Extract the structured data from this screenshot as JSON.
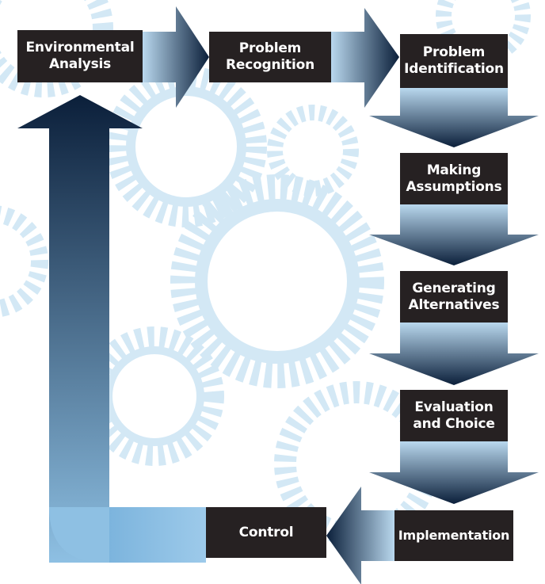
{
  "diagram": {
    "steps": [
      {
        "id": "environmental-analysis",
        "lines": [
          "Environmental",
          "Analysis"
        ]
      },
      {
        "id": "problem-recognition",
        "lines": [
          "Problem",
          "Recognition"
        ]
      },
      {
        "id": "problem-identification",
        "lines": [
          "Problem",
          "Identification"
        ]
      },
      {
        "id": "making-assumptions",
        "lines": [
          "Making",
          "Assumptions"
        ]
      },
      {
        "id": "generating-alternatives",
        "lines": [
          "Generating",
          "Alternatives"
        ]
      },
      {
        "id": "evaluation-and-choice",
        "lines": [
          "Evaluation",
          "and Choice"
        ]
      },
      {
        "id": "implementation",
        "lines": [
          "Implementation"
        ]
      },
      {
        "id": "control",
        "lines": [
          "Control"
        ]
      }
    ],
    "colors": {
      "box": "#262122",
      "arrow_dark": "#0b1f3a",
      "arrow_light": "#b9d8ee",
      "gear": "#d3e8f5"
    }
  }
}
